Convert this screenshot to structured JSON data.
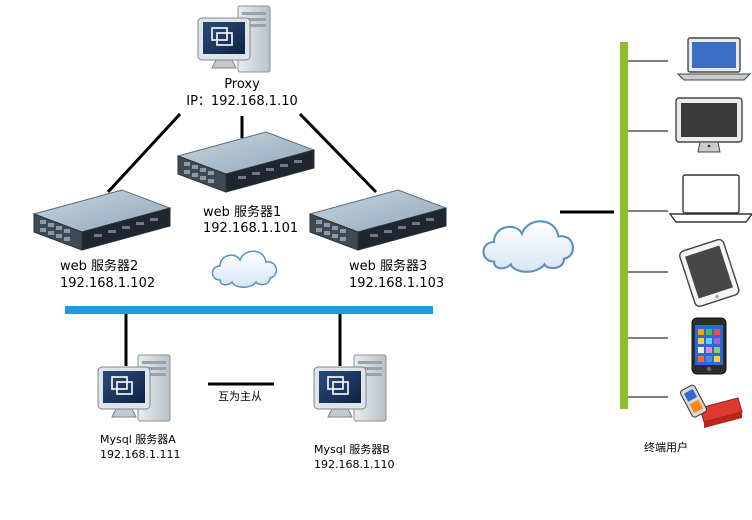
{
  "proxy": {
    "name": "Proxy",
    "ip": "IP：192.168.1.10"
  },
  "web1": {
    "name": "web 服务器1",
    "ip": "192.168.1.101"
  },
  "web2": {
    "name": "web 服务器2",
    "ip": "192.168.1.102"
  },
  "web3": {
    "name": "web 服务器3",
    "ip": "192.168.1.103"
  },
  "mysqlA": {
    "name": "Mysql 服务器A",
    "ip": "192.168.1.111"
  },
  "mysqlB": {
    "name": "Mysql 服务器B",
    "ip": "192.168.1.110"
  },
  "replication_label": "互为主从",
  "endusers_label": "终端用户",
  "colors": {
    "lan_bus": "#1a9ee0",
    "user_bus": "#8cbf2a",
    "link": "#000000"
  }
}
